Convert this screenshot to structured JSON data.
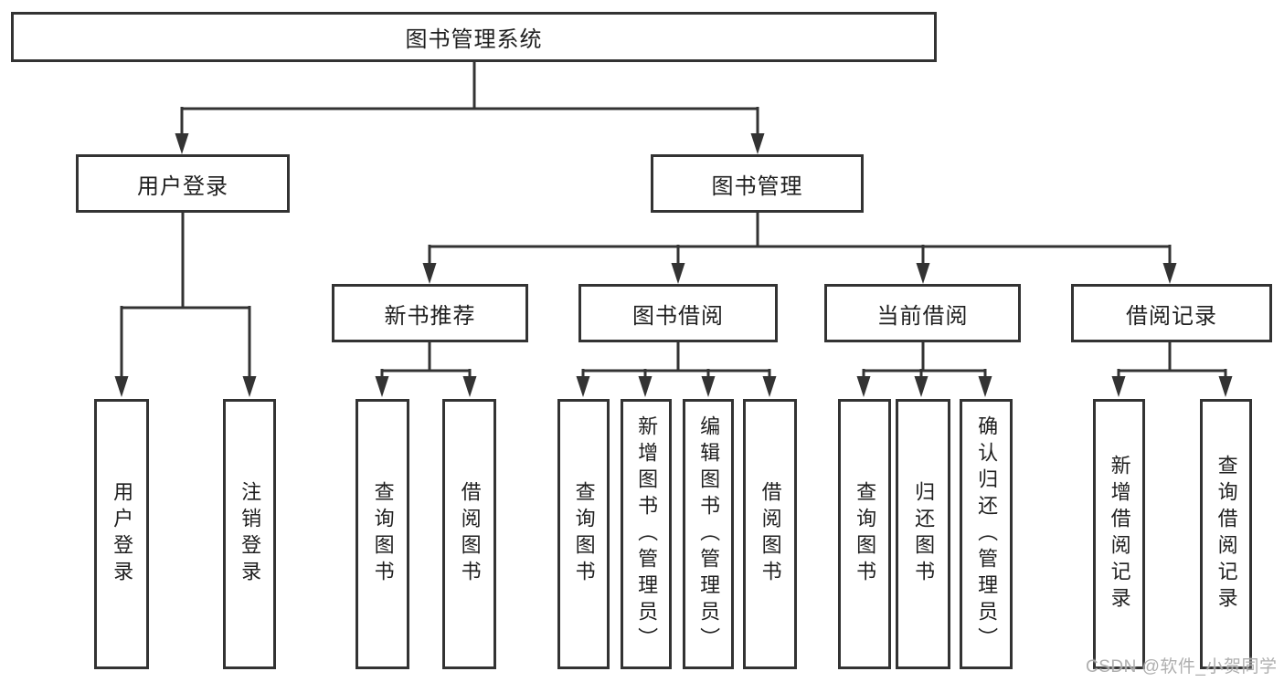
{
  "diagram": {
    "type": "hierarchy-tree",
    "root": {
      "label": "图书管理系统"
    },
    "level2": {
      "user_login": {
        "label": "用户登录"
      },
      "book_mgmt": {
        "label": "图书管理"
      }
    },
    "level3": {
      "new_books": {
        "label": "新书推荐"
      },
      "book_borrow": {
        "label": "图书借阅"
      },
      "current_borrow": {
        "label": "当前借阅"
      },
      "borrow_records": {
        "label": "借阅记录"
      }
    },
    "leaves": {
      "user_login": [
        "用户登录",
        "注销登录"
      ],
      "new_books": [
        "查询图书",
        "借阅图书"
      ],
      "book_borrow": [
        "查询图书",
        "新增图书（管理员）",
        "编辑图书（管理员）",
        "借阅图书"
      ],
      "current_borrow": [
        "查询图书",
        "归还图书",
        "确认归还（管理员）"
      ],
      "borrow_records": [
        "新增借阅记录",
        "查询借阅记录"
      ]
    }
  },
  "watermark": {
    "text": "CSDN @软件_小贺同学"
  },
  "colors": {
    "line": "#333333",
    "text": "#1f1f1f",
    "background": "#ffffff",
    "watermark": "#a8a8a8"
  }
}
